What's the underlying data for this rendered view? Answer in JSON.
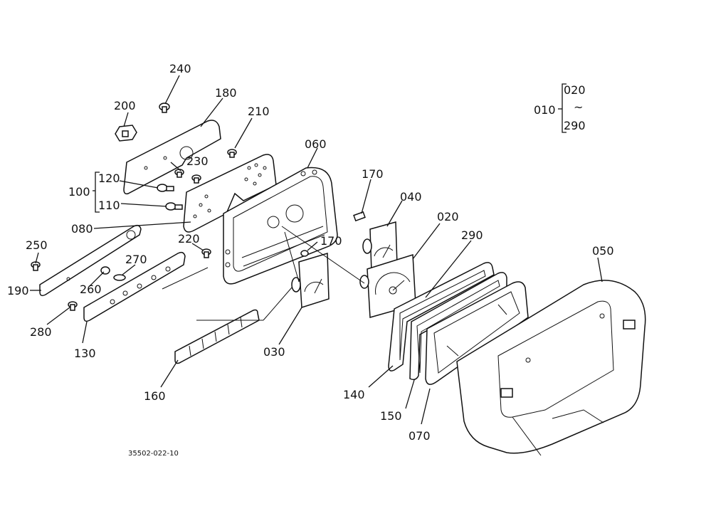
{
  "labels": {
    "p240": "240",
    "p180": "180",
    "p200": "200",
    "p210": "210",
    "p060": "060",
    "p230": "230",
    "p120": "120",
    "p100": "100",
    "p110": "110",
    "p170a": "170",
    "p040": "040",
    "p020a": "020",
    "p080": "080",
    "p220": "220",
    "p170b": "170",
    "p290a": "290",
    "p250": "250",
    "p270": "270",
    "p050": "050",
    "p190": "190",
    "p260": "260",
    "p280": "280",
    "p130": "130",
    "p030": "030",
    "p160": "160",
    "p140": "140",
    "p150": "150",
    "p070": "070"
  },
  "range_note": {
    "from": "010",
    "start": "020",
    "tilde": "~",
    "end": "290"
  },
  "drawing_code": "35502-022-10"
}
